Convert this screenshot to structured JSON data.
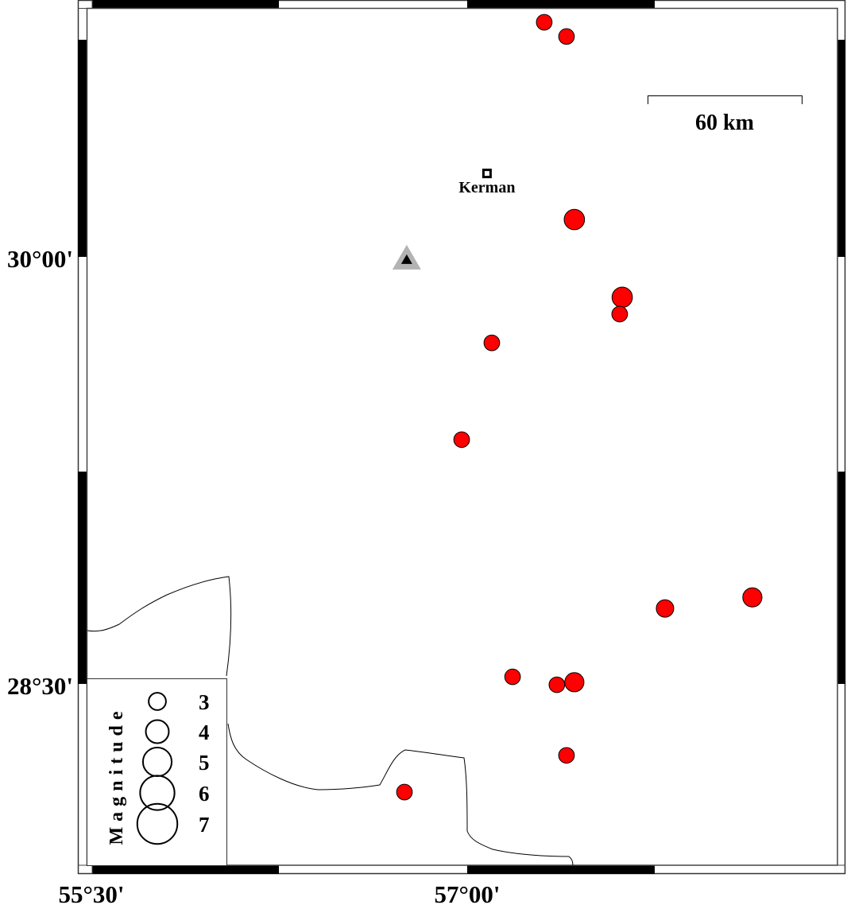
{
  "map": {
    "extent": {
      "lon_min": 55.5,
      "lon_max": 58.462,
      "lat_min": 27.863,
      "lat_max": 30.874
    },
    "ticks": {
      "lon": [
        {
          "value": 55.5,
          "label": "55°30'"
        },
        {
          "value": 57.0,
          "label": "57°00'"
        }
      ],
      "lat": [
        {
          "value": 30.0,
          "label": "30°00'"
        },
        {
          "value": 28.5,
          "label": "28°30'"
        }
      ]
    },
    "scale_bar": {
      "label": "60 km",
      "length_km": 60
    },
    "city": {
      "name": "Kerman",
      "lon": 57.078,
      "lat": 30.293
    },
    "station": {
      "lon": 56.761,
      "lat": 29.992,
      "outer_color": "#b3b3b3",
      "inner_color": "#000000"
    },
    "event_color": "#ff0000",
    "events": [
      {
        "lon": 57.304,
        "lat": 30.824,
        "mag": 2.8
      },
      {
        "lon": 57.392,
        "lat": 30.774,
        "mag": 2.8
      },
      {
        "lon": 57.423,
        "lat": 30.131,
        "mag": 3.6
      },
      {
        "lon": 57.612,
        "lat": 29.858,
        "mag": 3.6
      },
      {
        "lon": 57.602,
        "lat": 29.799,
        "mag": 2.8
      },
      {
        "lon": 57.097,
        "lat": 29.698,
        "mag": 2.8
      },
      {
        "lon": 56.978,
        "lat": 29.358,
        "mag": 2.8
      },
      {
        "lon": 57.781,
        "lat": 28.765,
        "mag": 3.1
      },
      {
        "lon": 58.126,
        "lat": 28.804,
        "mag": 3.4
      },
      {
        "lon": 57.179,
        "lat": 28.525,
        "mag": 2.8
      },
      {
        "lon": 57.354,
        "lat": 28.497,
        "mag": 2.8
      },
      {
        "lon": 57.423,
        "lat": 28.506,
        "mag": 3.4
      },
      {
        "lon": 57.392,
        "lat": 28.249,
        "mag": 2.8
      },
      {
        "lon": 56.752,
        "lat": 28.12,
        "mag": 2.8
      }
    ]
  },
  "legend": {
    "title": "Magnitude",
    "items": [
      {
        "mag": 3,
        "label": "3"
      },
      {
        "mag": 4,
        "label": "4"
      },
      {
        "mag": 5,
        "label": "5"
      },
      {
        "mag": 6,
        "label": "6"
      },
      {
        "mag": 7,
        "label": "7"
      }
    ]
  }
}
